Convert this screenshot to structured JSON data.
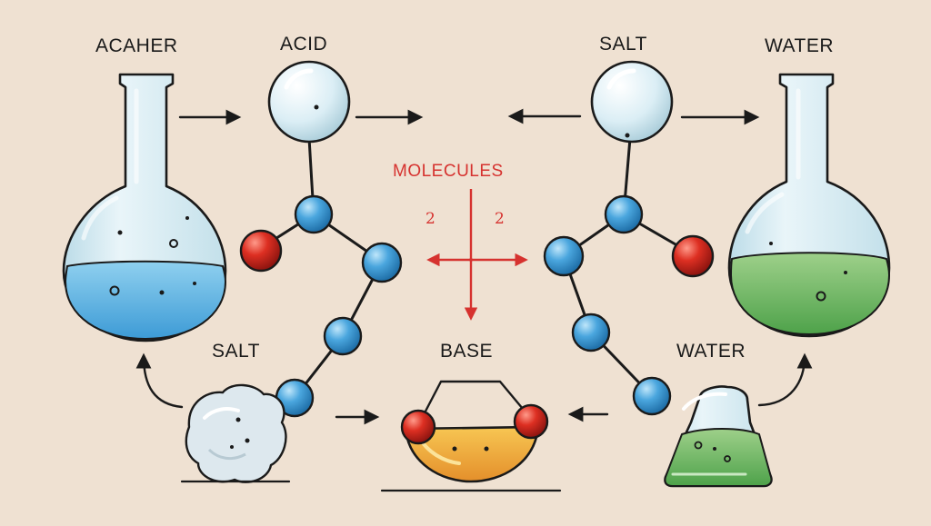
{
  "labels": {
    "top_left": "ACAHER",
    "acid": "ACID",
    "salt_top": "SALT",
    "water_top": "WATER",
    "molecules": "MOLECULES",
    "num_left": "2",
    "num_right": "2",
    "salt_bottom": "SALT",
    "base": "BASE",
    "water_bottom": "WATER"
  },
  "colors": {
    "background": "#efe1d2",
    "ink": "#1a1a1a",
    "accent_red": "#d6322f",
    "atom_blue": "#3d9bd6",
    "atom_red": "#d92c22",
    "liquid_blue": "#5cb6e4",
    "liquid_green": "#62b35e",
    "liquid_yellow": "#f0b43a",
    "glass": "#d6ecf3"
  },
  "icons": [
    "round-flask-icon",
    "erlenmeyer-flask-icon",
    "salt-crystal-icon",
    "base-bowl-icon",
    "arrow-icon",
    "atom-icon"
  ]
}
